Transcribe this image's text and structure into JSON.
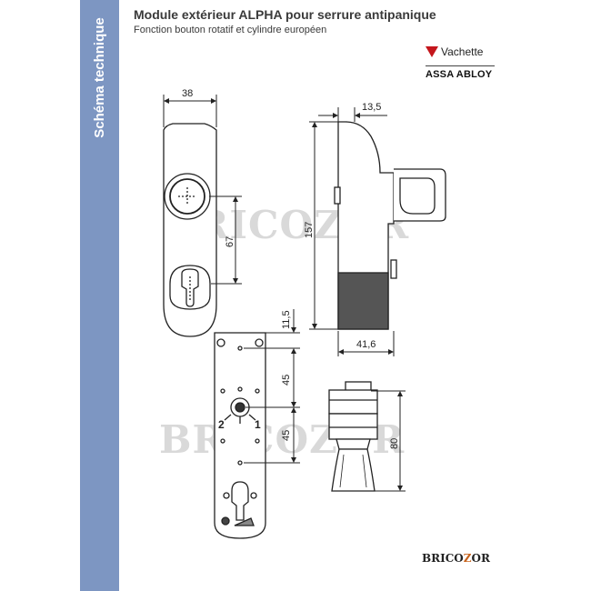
{
  "sidebar": {
    "label": "Schéma technique"
  },
  "header": {
    "title": "Module extérieur ALPHA pour serrure antipanique",
    "subtitle": "Fonction bouton rotatif et cylindre européen"
  },
  "brand": {
    "vachette": "Vachette",
    "assa_abloy": "ASSA ABLOY"
  },
  "dimensions": {
    "top_width": "38",
    "side_offset": "13,5",
    "height": "157",
    "knob_to_cylinder": "67",
    "side_depth": "41,6",
    "top_margin": "11,5",
    "spacing_a": "45",
    "spacing_b": "45",
    "knob_height": "80"
  },
  "labels": {
    "pos_2": "2",
    "pos_1": "1"
  },
  "watermark": "BRICOZOR",
  "footer": {
    "logo_a": "BRICO",
    "logo_o": "Z",
    "logo_b": "OR"
  },
  "colors": {
    "sidebar": "#7d96c2",
    "accent": "#c4161c",
    "line": "#222222"
  }
}
